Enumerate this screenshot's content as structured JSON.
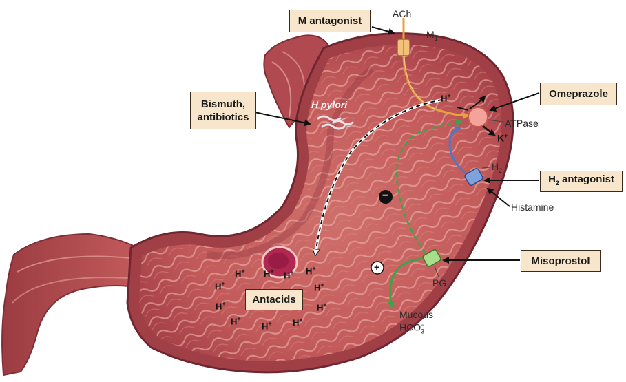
{
  "colors": {
    "stomach_outer": "#b84a4e",
    "stomach_inner": "#c9605e",
    "rugae": "#e9a5a0",
    "box_fill": "#f7e6cc",
    "ach_pathway": "#e8a23a",
    "pg_pathway": "#3aa548",
    "histamine_pathway": "#4d78c8",
    "receptor_m1": "#f2c27a",
    "receptor_h2": "#7da2dc",
    "receptor_pg": "#a8dd8c",
    "atpase": "#f4a39a"
  },
  "boxes": {
    "m_antagonist": "M antagonist",
    "bismuth_line1": "Bismuth,",
    "bismuth_line2": "antibiotics",
    "omeprazole": "Omeprazole",
    "h2_antagonist_main": "H",
    "h2_antagonist_sub": "2",
    "h2_antagonist_rest": " antagonist",
    "misoprostol": "Misoprostol",
    "antacids": "Antacids"
  },
  "labels": {
    "ach": "ACh",
    "m1_main": "M",
    "m1_sub": "1",
    "h_pylori": "H pylori",
    "atpase": "ATPase",
    "k_main": "K",
    "k_sup": "+",
    "h2_main": "H",
    "h2_sub": "2",
    "histamine": "Histamine",
    "pg": "PG",
    "mucous": "Mucous",
    "hco3_main": "HCO",
    "hco3_sub": "3",
    "hco3_sup": "−",
    "minus_sign": "−",
    "plus_sign": "+"
  },
  "h_ions": {
    "main": "H",
    "sup": "+"
  },
  "icons": [
    "ach-receptor-icon",
    "atpase-pump-icon",
    "h2-receptor-icon",
    "pg-receptor-icon",
    "ulcer-icon",
    "bacteria-icon"
  ]
}
